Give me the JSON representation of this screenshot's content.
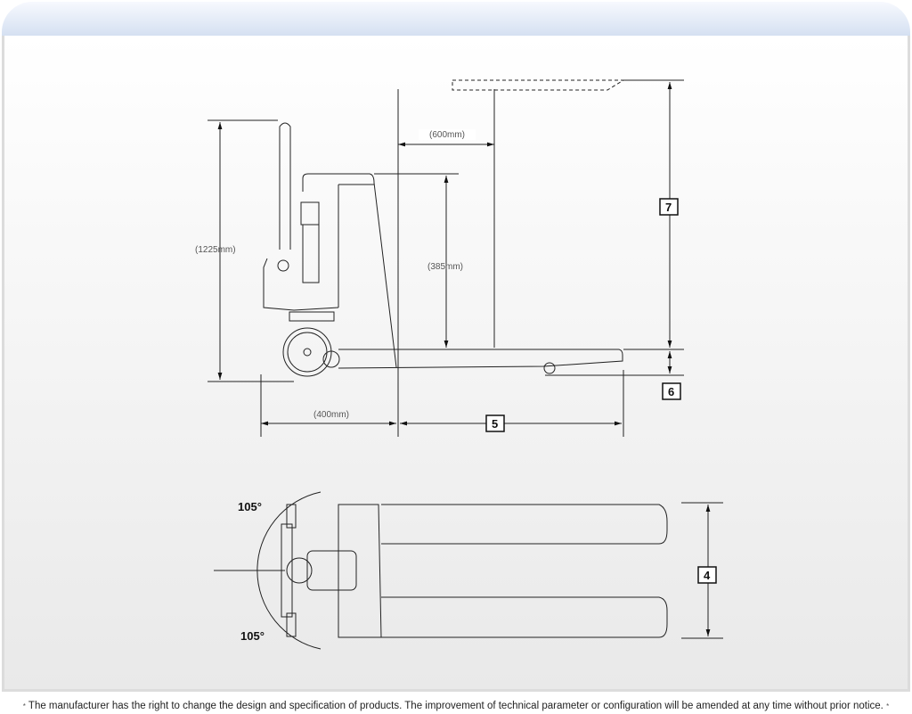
{
  "dimensions": {
    "d600": "(600mm)",
    "d1225": "(1225mm)",
    "d385": "(385mm)",
    "d400": "(400mm)",
    "box7": "7",
    "box6": "6",
    "box5": "5",
    "box4": "4",
    "angle_top": "105°",
    "angle_bottom": "105°"
  },
  "footer": {
    "star": "*",
    "note": "The manufacturer has the right to change the design and specification of products. The improvement of technical parameter or configuration will be amended at any time without prior notice."
  }
}
